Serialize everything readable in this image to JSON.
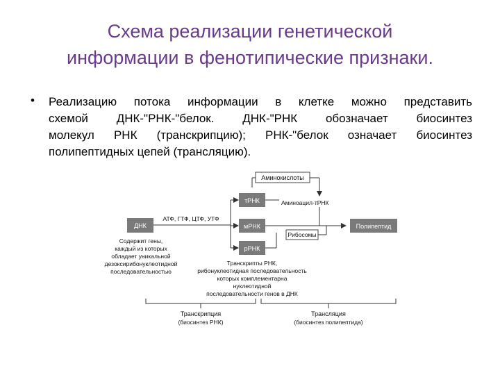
{
  "title": {
    "line1": "Схема реализации генетической",
    "line2": "информации в фенотипические признаки."
  },
  "bullet": {
    "symbol": "•",
    "lines": [
      "Реализацию потока информации в клетке можно представить",
      "схемой ДНК-\"РНК-\"белок. ДНК-\"РНК обозначает биосинтез",
      "молекул РНК (транскрипцию); РНК-\"белок означает биосинтез",
      "полипептидных цепей (трансляцию)."
    ]
  },
  "diagram": {
    "boxes": {
      "dna": "ДНК",
      "trna": "тРНК",
      "mrna": "мРНК",
      "rrna": "рРНК",
      "polypeptide": "Полипептид",
      "aminoacids": "Аминокислоты"
    },
    "labels": {
      "ntp": "АТФ, ГТФ, ЦТФ, УТФ",
      "aminoacyl": "Аминоацил-тРНК",
      "ribosomes": "Рибосомы"
    },
    "dna_note": [
      "Содержит гены,",
      "каждый из которых",
      "обладает уникальной",
      "дезоксирибонуклеотидной",
      "последовательностью"
    ],
    "transcripts_note": [
      "Транскрипты РНК,",
      "рибонуклеотидная последовательность",
      "которых комплементарна",
      "нуклеотидной",
      "последовательности генов в ДНК"
    ],
    "transcription": {
      "label": "Транскрипция",
      "sub": "(биосинтез РНК)"
    },
    "translation": {
      "label": "Трансляция",
      "sub": "(биосинтез полипептида)"
    }
  },
  "colors": {
    "title": "#6a3a8c",
    "box_fill": "#7a7a7a",
    "box_text": "#ffffff",
    "line": "#333333"
  }
}
